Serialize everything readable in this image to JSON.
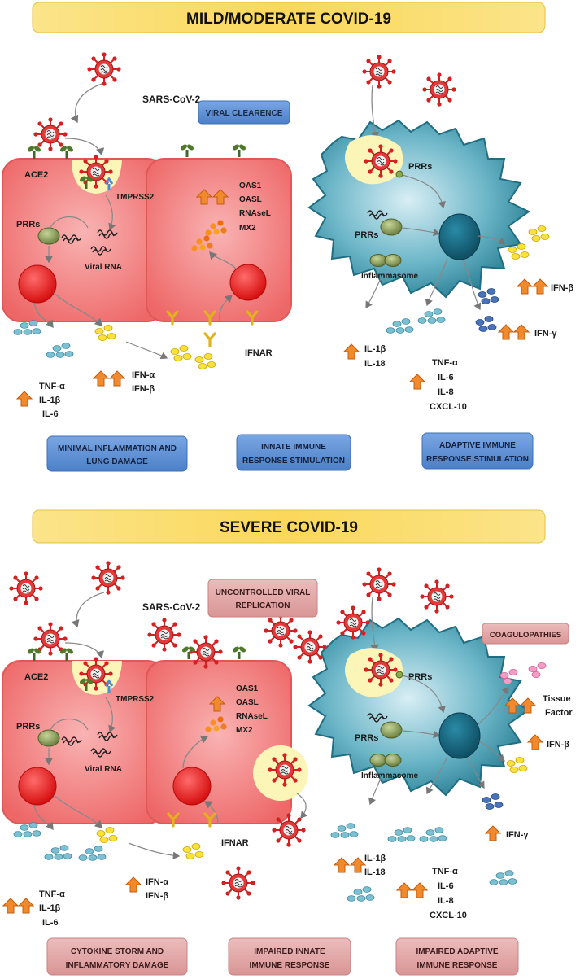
{
  "mild": {
    "banner": "MILD/MODERATE COVID-19",
    "virus_label": "SARS-CoV-2",
    "ace2": "ACE2",
    "tmprss2": "TMPRSS2",
    "prrs_cell": "PRRs",
    "viral_rna": "Viral RNA",
    "viral_clearence": "VIRAL CLEARENCE",
    "isg": [
      "OAS1",
      "OASL",
      "RNAseL",
      "MX2"
    ],
    "ifnar": "IFNAR",
    "cyto_left": [
      "TNF-α",
      "IL-1β",
      "IL-6"
    ],
    "ifn_left": [
      "IFN-α",
      "IFN-β"
    ],
    "mac_prrs_top": "PRRs",
    "mac_prrs_mid": "PRRs",
    "inflammasome": "Inflammasome",
    "ifn_beta": "IFN-β",
    "ifn_gamma": "IFN-γ",
    "il_pair": [
      "IL-1β",
      "IL-18"
    ],
    "cyto_right": [
      "TNF-α",
      "IL-6",
      "IL-8",
      "CXCL-10"
    ],
    "boxes": [
      [
        "MINIMAL INFLAMMATION AND",
        "LUNG DAMAGE"
      ],
      [
        "INNATE IMMUNE",
        "RESPONSE STIMULATION"
      ],
      [
        "ADAPTIVE IMMUNE",
        "RESPONSE STIMULATION"
      ]
    ]
  },
  "severe": {
    "banner": "SEVERE COVID-19",
    "virus_label": "SARS-CoV-2",
    "ace2": "ACE2",
    "tmprss2": "TMPRSS2",
    "prrs_cell": "PRRs",
    "viral_rna": "Viral RNA",
    "uncontrolled": [
      "UNCONTROLLED VIRAL",
      "REPLICATION"
    ],
    "coagulopathies": "COAGULOPATHIES",
    "isg": [
      "OAS1",
      "OASL",
      "RNAseL",
      "MX2"
    ],
    "ifnar": "IFNAR",
    "cyto_left": [
      "TNF-α",
      "IL-1β",
      "IL-6"
    ],
    "ifn_left": [
      "IFN-α",
      "IFN-β"
    ],
    "mac_prrs_top": "PRRs",
    "mac_prrs_mid": "PRRs",
    "inflammasome": "Inflammasome",
    "tissue_factor": [
      "Tissue",
      "Factor"
    ],
    "ifn_beta": "IFN-β",
    "ifn_gamma": "IFN-γ",
    "il_pair": [
      "IL-1β",
      "IL-18"
    ],
    "cyto_right": [
      "TNF-α",
      "IL-6",
      "IL-8",
      "CXCL-10"
    ],
    "boxes": [
      [
        "CYTOKINE STORM AND",
        "INFLAMMATORY DAMAGE"
      ],
      [
        "IMPAIRED INNATE",
        "IMMUNE RESPONSE"
      ],
      [
        "IMPAIRED ADAPTIVE",
        "IMMUNE RESPONSE"
      ]
    ]
  },
  "colors": {
    "banner": "#fbdf6e",
    "blue_box": "#5b8fd4",
    "pink_box": "#e3a9a9",
    "cell": "#f17070",
    "macrophage": "#2f8fa5",
    "virus": "#e03030",
    "arrow_up": "#f08a2c"
  },
  "icons": [
    "virus-icon",
    "ace2-receptor-icon",
    "tmprss2-icon",
    "ifnar-receptor-icon",
    "cytokine-cluster-icon",
    "up-arrow-icon",
    "nucleus-icon",
    "prr-icon",
    "inflammasome-icon"
  ]
}
